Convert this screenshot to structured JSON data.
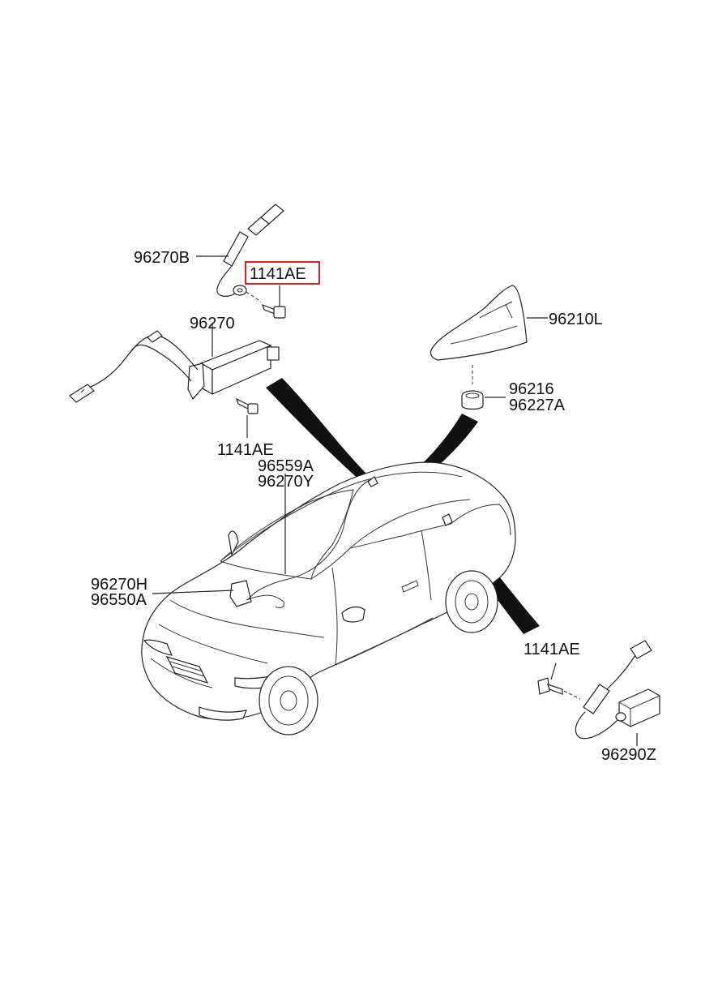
{
  "labels": {
    "cable_front": "96270B",
    "bolt_top": "1141AE",
    "amp_module": "96270",
    "bolt_mid": "1141AE",
    "antenna": "96210L",
    "pad_1": "96216",
    "pad_2": "96227A",
    "roof_cable_1": "96559A",
    "roof_cable_2": "96270Y",
    "dash_cable_1": "96270H",
    "dash_cable_2": "96550A",
    "bolt_rear": "1141AE",
    "rear_cable": "96290Z"
  },
  "highlight_color": "#e02020",
  "line_color": "#222222"
}
